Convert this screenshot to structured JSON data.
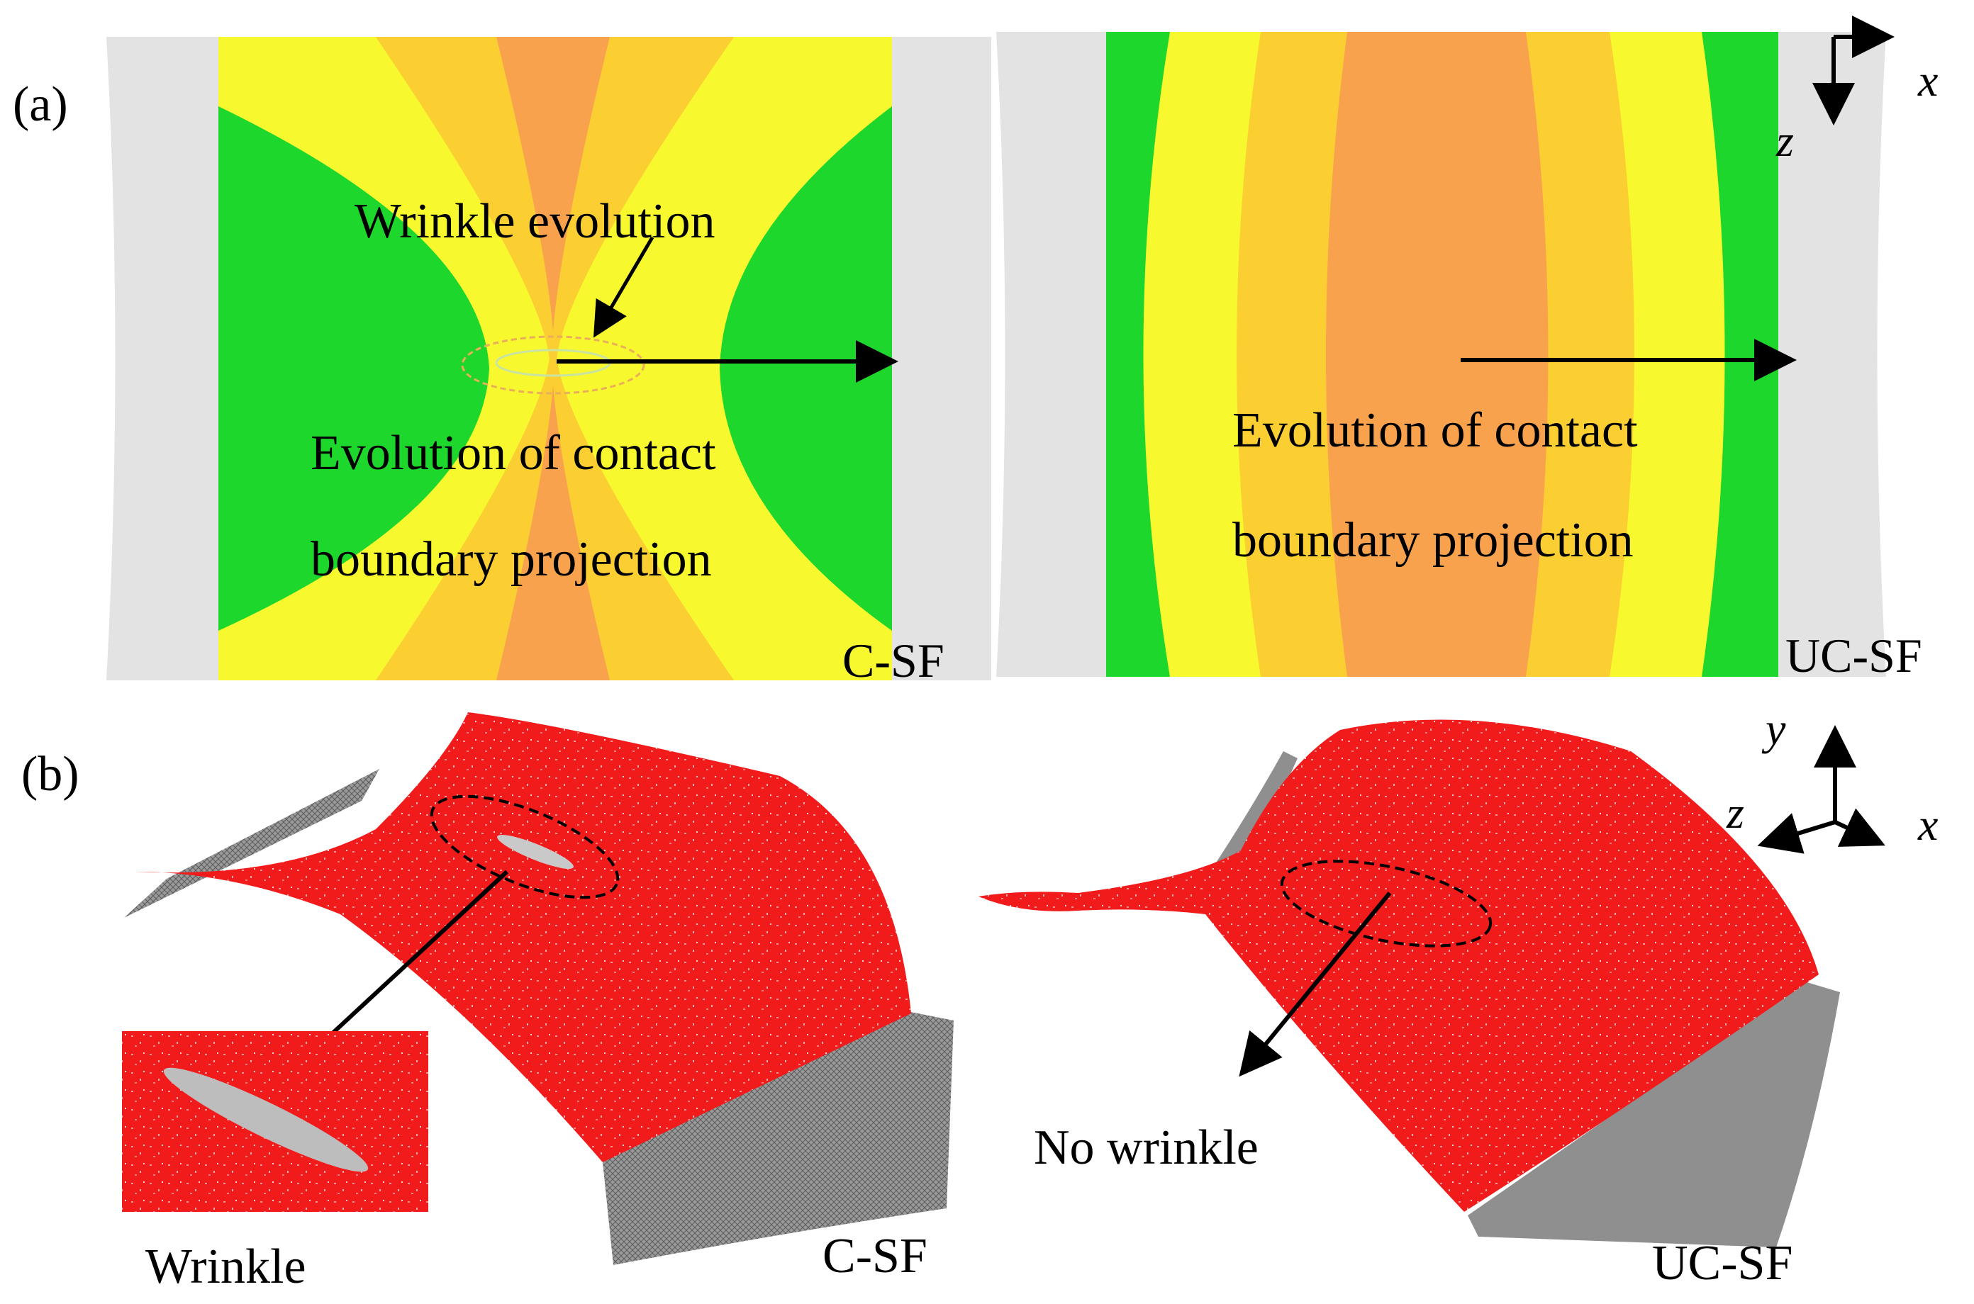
{
  "panel_a": {
    "label": "(a)",
    "left": {
      "callout": "Wrinkle evolution",
      "desc_line1": "Evolution of contact",
      "desc_line2": "boundary projection",
      "tag": "C-SF"
    },
    "right": {
      "desc_line1": "Evolution of contact",
      "desc_line2": "boundary projection",
      "tag": "UC-SF"
    },
    "axes": {
      "x": "x",
      "z": "z"
    },
    "colors": {
      "green": "#1ed72c",
      "yellow": "#f8f82e",
      "light_orange": "#fbcf32",
      "orange": "#f9a24e",
      "gray": "#e3e3e3"
    }
  },
  "panel_b": {
    "label": "(b)",
    "left": {
      "inset_label": "Wrinkle",
      "tag": "C-SF"
    },
    "right": {
      "callout": "No wrinkle",
      "tag": "UC-SF"
    },
    "axes": {
      "x": "x",
      "y": "y",
      "z": "z"
    },
    "colors": {
      "surface": "#f21b1b",
      "mesh": "#8a8a8a"
    }
  }
}
